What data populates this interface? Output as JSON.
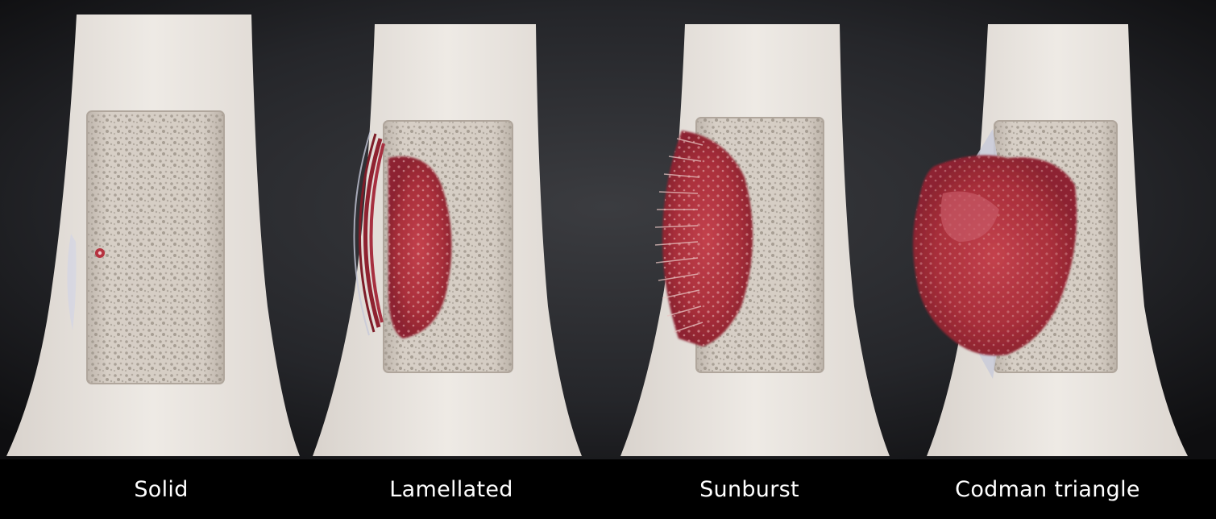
{
  "captions": {
    "solid": "Solid",
    "lamellated": "Lamellated",
    "sunburst": "Sunburst",
    "codman": "Codman triangle"
  },
  "colors": {
    "background": "#000000",
    "backdrop": "#2a2b2e",
    "bone": "#ebe6e1",
    "marrow": "#cfc6bd",
    "tumor": "#b5323f"
  },
  "panels": [
    {
      "pattern": "solid"
    },
    {
      "pattern": "lamellated"
    },
    {
      "pattern": "sunburst"
    },
    {
      "pattern": "codman-triangle"
    }
  ]
}
